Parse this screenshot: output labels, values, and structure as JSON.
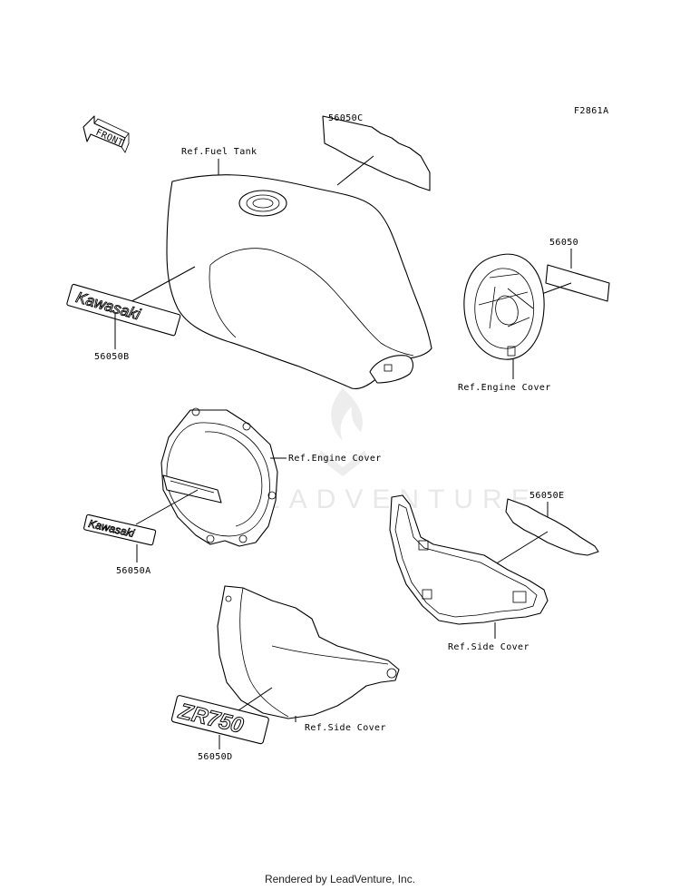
{
  "diagram_code": "F2861A",
  "front_label": "FRONT",
  "watermark_text": "LEADVENTURE",
  "labels": {
    "p56050C": "56050C",
    "ref_fuel_tank": "Ref.Fuel Tank",
    "p56050": "56050",
    "p56050B": "56050B",
    "ref_engine_cover_right": "Ref.Engine Cover",
    "ref_engine_cover_left": "Ref.Engine Cover",
    "p56050E": "56050E",
    "p56050A": "56050A",
    "ref_side_cover_right": "Ref.Side Cover",
    "ref_side_cover_left": "Ref.Side Cover",
    "p56050D": "56050D"
  },
  "decals": {
    "kawasaki_large": "Kawasaki",
    "kawasaki_small": "Kawasaki",
    "zr750": "ZR750"
  },
  "footer": "Rendered by LeadVenture, Inc."
}
